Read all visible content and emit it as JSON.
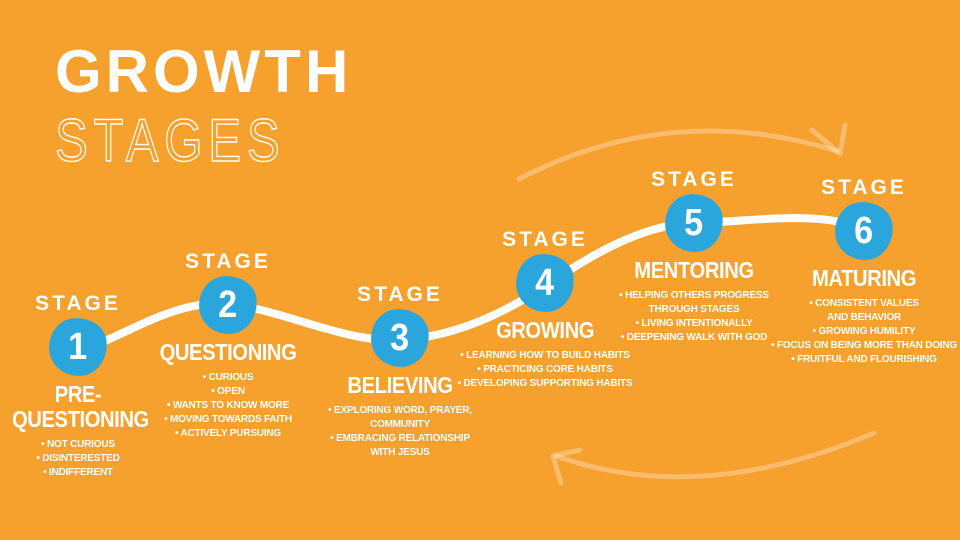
{
  "title": {
    "line1": "GROWTH",
    "line2": "STAGES"
  },
  "colors": {
    "background": "#F6A02D",
    "bubble_blue": "#2BA6DC",
    "text_white": "#FFFFFF",
    "path_white": "#FFFFFF",
    "cycle_arrow_tint": "rgba(255,255,255,0.30)"
  },
  "stages": [
    {
      "label": "STAGE",
      "number": "1",
      "name_lines": [
        "PRE-",
        "QUESTIONING"
      ],
      "bullets": [
        "NOT CURIOUS",
        "DISINTERESTED",
        "INDIFFERENT"
      ]
    },
    {
      "label": "STAGE",
      "number": "2",
      "name_lines": [
        "QUESTIONING"
      ],
      "bullets": [
        "CURIOUS",
        "OPEN",
        "WANTS TO KNOW MORE",
        "MOVING TOWARDS FAITH",
        "ACTIVELY PURSUING"
      ]
    },
    {
      "label": "STAGE",
      "number": "3",
      "name_lines": [
        "BELIEVING"
      ],
      "bullets": [
        "EXPLORING WORD, PRAYER,\nCOMMUNITY",
        "EMBRACING RELATIONSHIP\nWITH JESUS"
      ]
    },
    {
      "label": "STAGE",
      "number": "4",
      "name_lines": [
        "GROWING"
      ],
      "bullets": [
        "LEARNING HOW TO BUILD HABITS",
        "PRACTICING CORE HABITS",
        "DEVELOPING SUPPORTING HABITS"
      ]
    },
    {
      "label": "STAGE",
      "number": "5",
      "name_lines": [
        "MENTORING"
      ],
      "bullets": [
        "HELPING OTHERS PROGRESS\nTHROUGH STAGES",
        "LIVING INTENTIONALLY",
        "DEEPENING WALK WITH GOD"
      ]
    },
    {
      "label": "STAGE",
      "number": "6",
      "name_lines": [
        "MATURING"
      ],
      "bullets": [
        "CONSISTENT VALUES\nAND BEHAVIOR",
        "GROWING HUMILITY",
        "FOCUS ON BEING MORE THAN DOING",
        "FRUITFUL AND FLOURISHING"
      ]
    }
  ]
}
